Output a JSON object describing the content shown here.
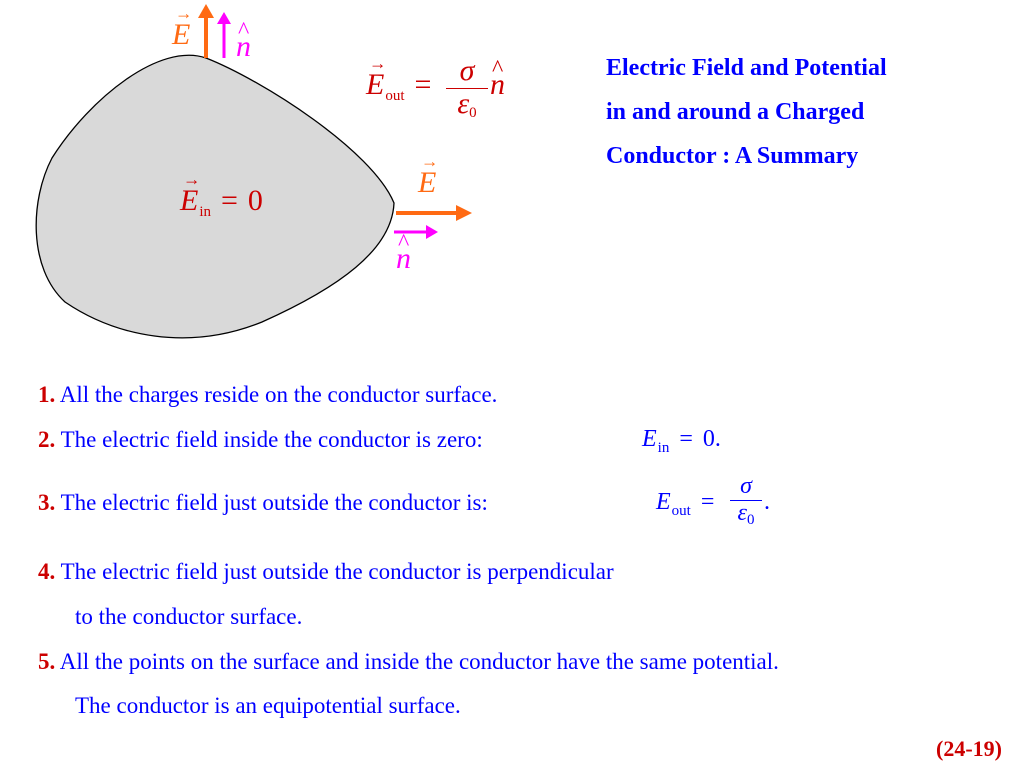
{
  "title_lines": [
    "Electric Field and Potential",
    "in and around a Charged",
    "Conductor :   A Summary"
  ],
  "diagram": {
    "label_E": "E",
    "label_n": "n",
    "vector_arrow": "→",
    "hat_mark": "^",
    "E_in_sub": "in",
    "E_out_sub": "out",
    "equals": "=",
    "zero": "0",
    "sigma": "σ",
    "epsilon": "ε",
    "eps_sub": "0",
    "colors": {
      "conductor_fill": "#d9d9d9",
      "field_arrow": "#ff6a13",
      "normal_arrow": "#ff00ff",
      "formula": "#cc0000"
    }
  },
  "items": [
    {
      "num": "1.",
      "text": " All the charges reside on the conductor surface."
    },
    {
      "num": "2.",
      "text": " The electric field inside the conductor is zero:",
      "math_E": "E",
      "math_sub": "in",
      "math_eq": "=",
      "math_rhs": "0."
    },
    {
      "num": "3.",
      "text": " The electric field just outside the conductor  is:",
      "math_E": "E",
      "math_sub": "out",
      "math_eq": "=",
      "math_num": "σ",
      "math_den": "ε",
      "math_den_sub": "0",
      "math_tail": "."
    },
    {
      "num": "4.",
      "text": " The electric field just outside the conductor  is perpendicular",
      "cont": "to the conductor surface."
    },
    {
      "num": "5.",
      "text": " All the points on the surface and inside the conductor have the same potential.",
      "cont": "The conductor is an equipotential surface."
    }
  ],
  "footer": "(24-19)"
}
